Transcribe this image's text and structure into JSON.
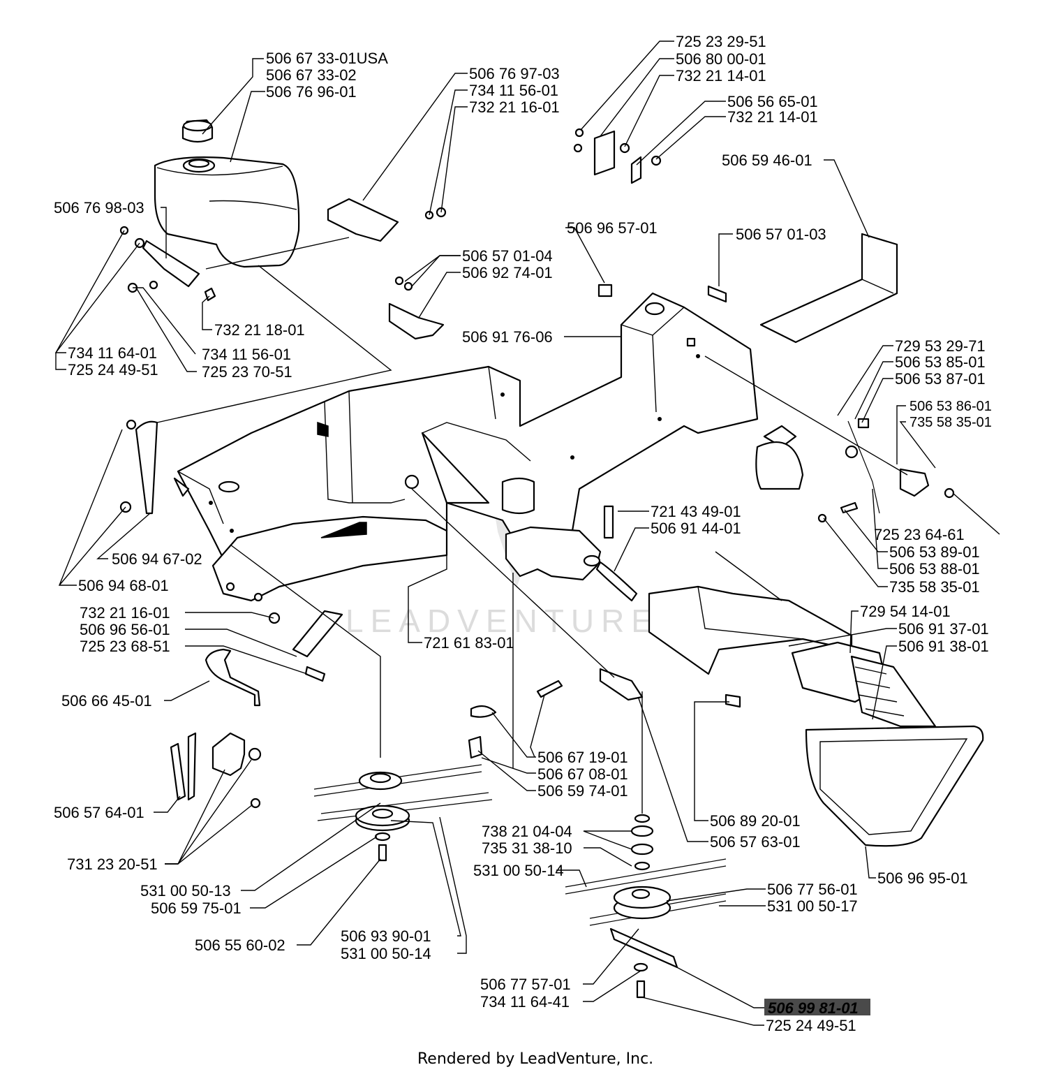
{
  "diagram": {
    "watermark": "LEADVENTURE",
    "footer": "Rendered by LeadVenture, Inc.",
    "labels": {
      "l01": "506 67 33-01",
      "l01_suffix": "USA",
      "l02": "506 67 33-02",
      "l03": "506 76 96-01",
      "l04": "506 76 97-03",
      "l05": "734 11 56-01",
      "l06": "732 21 16-01",
      "l07": "725 23 29-51",
      "l08": "506 80 00-01",
      "l09": "732 21 14-01",
      "l10": "506 56 65-01",
      "l11": "732 21 14-01",
      "l12": "506 59 46-01",
      "l13": "506 76 98-03",
      "l14": "506 96 57-01",
      "l15": "506 57 01-03",
      "l16": "506 57 01-04",
      "l17": "506 92 74-01",
      "l18": "732 21 18-01",
      "l19": "506 91 76-06",
      "l20": "734 11 64-01",
      "l21": "734 11 56-01",
      "l22": "725 24 49-51",
      "l23": "725 23 70-51",
      "l24": "729 53 29-71",
      "l25": "506 53 85-01",
      "l26": "506 53 87-01",
      "l27": "506 53 86-01",
      "l28": "735 58 35-01",
      "l29": "721 43 49-01",
      "l30": "506 91 44-01",
      "l31": "725 23 64-61",
      "l32": "506 53 89-01",
      "l33": "506 53 88-01",
      "l34": "735 58 35-01",
      "l35": "506 94 67-02",
      "l36": "506 94 68-01",
      "l37": "729 54 14-01",
      "l38": "732 21 16-01",
      "l39": "506 96 56-01",
      "l40": "725 23 68-51",
      "l41": "721 61 83-01",
      "l42": "506 91 37-01",
      "l43": "506 91 38-01",
      "l44": "506 66 45-01",
      "l45": "506 67 19-01",
      "l46": "506 67 08-01",
      "l47": "506 59 74-01",
      "l48": "506 57 64-01",
      "l49": "506 89 20-01",
      "l50": "738 21 04-04",
      "l51": "506 57 63-01",
      "l52": "735 31 38-10",
      "l53": "731 23 20-51",
      "l54": "531 00 50-14",
      "l55": "506 96 95-01",
      "l56": "531 00 50-13",
      "l57": "506 59 75-01",
      "l58": "506 77 56-01",
      "l59": "531 00 50-17",
      "l60": "506 55 60-02",
      "l61": "506 93 90-01",
      "l62": "531 00 50-14",
      "l63": "506 77 57-01",
      "l64": "734 11 64-41",
      "l65": "506 99 81-01",
      "l66": "725 24 49-51"
    }
  }
}
